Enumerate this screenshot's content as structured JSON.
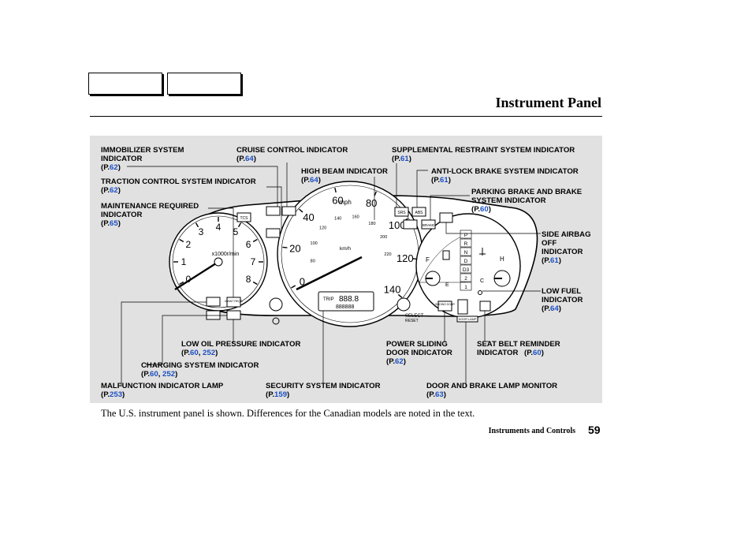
{
  "nav_tabs": [
    {
      "label": ""
    },
    {
      "label": ""
    }
  ],
  "title": "Instrument Panel",
  "callouts": {
    "immobilizer": {
      "text": "IMMOBILIZER SYSTEM\nINDICATOR",
      "ref_open": "(P.",
      "pages": [
        "62"
      ],
      "ref_close": ")"
    },
    "cruise": {
      "text": "CRUISE CONTROL INDICATOR",
      "ref_open": "(P.",
      "pages": [
        "64"
      ],
      "ref_close": ")"
    },
    "srs": {
      "text": "SUPPLEMENTAL RESTRAINT SYSTEM INDICATOR",
      "ref_open": "(P.",
      "pages": [
        "61"
      ],
      "ref_close": ")"
    },
    "high_beam": {
      "text": "HIGH BEAM INDICATOR",
      "ref_open": "(P.",
      "pages": [
        "64"
      ],
      "ref_close": ")"
    },
    "abs": {
      "text": "ANTI-LOCK BRAKE SYSTEM INDICATOR",
      "ref_open": "(P.",
      "pages": [
        "61"
      ],
      "ref_close": ")"
    },
    "traction": {
      "text": "TRACTION CONTROL SYSTEM INDICATOR",
      "ref_open": "(P.",
      "pages": [
        "62"
      ],
      "ref_close": ")"
    },
    "parking_brake": {
      "text": "PARKING BRAKE AND BRAKE\nSYSTEM INDICATOR",
      "ref_open": "(P.",
      "pages": [
        "60"
      ],
      "ref_close": ")"
    },
    "maintenance": {
      "text": "MAINTENANCE REQUIRED\nINDICATOR",
      "ref_open": "(P.",
      "pages": [
        "65"
      ],
      "ref_close": ")"
    },
    "side_airbag": {
      "text": "SIDE AIRBAG\nOFF\nINDICATOR",
      "ref_open": "(P.",
      "pages": [
        "61"
      ],
      "ref_close": ")"
    },
    "low_fuel": {
      "text": "LOW FUEL\nINDICATOR",
      "ref_open": "(P.",
      "pages": [
        "64"
      ],
      "ref_close": ")"
    },
    "low_oil": {
      "text": "LOW OIL PRESSURE INDICATOR",
      "ref_open": "(P.",
      "pages": [
        "60",
        "252"
      ],
      "ref_close": ")"
    },
    "power_door": {
      "text": "POWER SLIDING\nDOOR INDICATOR",
      "ref_open": "(P.",
      "pages": [
        "62"
      ],
      "ref_close": ")"
    },
    "seat_belt": {
      "text": "SEAT BELT REMINDER\nINDICATOR",
      "ref_open": "(P.",
      "pages": [
        "60"
      ],
      "ref_close": ")"
    },
    "charging": {
      "text": "CHARGING SYSTEM INDICATOR",
      "ref_open": "(P.",
      "pages": [
        "60",
        "252"
      ],
      "ref_close": ")"
    },
    "malfunction": {
      "text": "MALFUNCTION INDICATOR LAMP",
      "ref_open": "(P.",
      "pages": [
        "253"
      ],
      "ref_close": ")"
    },
    "security": {
      "text": "SECURITY SYSTEM INDICATOR",
      "ref_open": "(P.",
      "pages": [
        "159"
      ],
      "ref_close": ")"
    },
    "door_brake": {
      "text": "DOOR AND BRAKE LAMP MONITOR",
      "ref_open": "(P.",
      "pages": [
        "63"
      ],
      "ref_close": ")"
    }
  },
  "cluster": {
    "tach_numbers": [
      "0",
      "1",
      "2",
      "3",
      "4",
      "5",
      "6",
      "7",
      "8"
    ],
    "tach_unit": "x1000r/min",
    "mph_numbers": [
      "0",
      "20",
      "40",
      "60",
      "80",
      "100",
      "120",
      "140"
    ],
    "mph_unit": "mph",
    "kmh_unit": "km/h",
    "kmh_numbers": [
      "80",
      "100",
      "120",
      "140",
      "160",
      "180",
      "200",
      "220"
    ],
    "odometer": {
      "trip_label": "TRIP",
      "trip_digits": "888.8",
      "odo_digits": "888888"
    },
    "select_label": "SELECT",
    "reset_label": "RESET",
    "fuel_full": "F",
    "fuel_empty": "E",
    "temp_hot": "H",
    "temp_cold": "C",
    "gear_letters": [
      "P",
      "R",
      "N",
      "D",
      "D3",
      "2",
      "1"
    ],
    "tcs_label": "TCS",
    "srs_label": "SRS",
    "abs_label": "ABS",
    "brake_label": "BRAKE",
    "maint_label": "MAINT\nREQD",
    "door_open_label": "SLIDING\nDOOR",
    "door_lamp_label": "DOOR LAMP"
  },
  "caption": "The U.S. instrument panel is shown. Differences for the Canadian models are noted in the text.",
  "footer": {
    "section": "Instruments and Controls",
    "page_number": "59"
  },
  "colors": {
    "page_link": "#1a4fc4",
    "figure_bg": "#e1e1e1"
  }
}
